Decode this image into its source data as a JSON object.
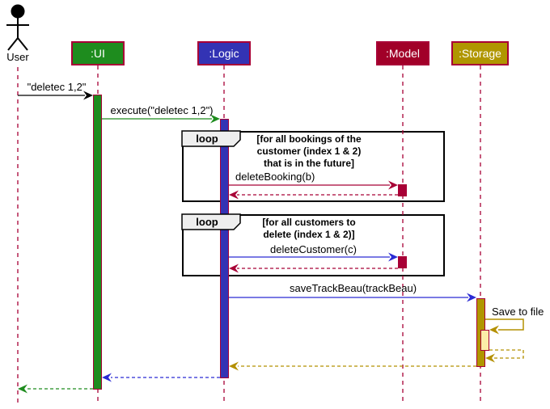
{
  "diagram": {
    "kind": "uml-sequence-diagram",
    "actor": {
      "label": "User"
    },
    "participants": [
      {
        "id": "ui",
        "label": ":UI",
        "fill": "#1E8C1E"
      },
      {
        "id": "logic",
        "label": ":Logic",
        "fill": "#3333B4"
      },
      {
        "id": "model",
        "label": ":Model",
        "fill": "#A10028"
      },
      {
        "id": "storage",
        "label": ":Storage",
        "fill": "#B09600"
      }
    ],
    "colors": {
      "lifeline_and_border": "#A80036",
      "frame_border": "#000000",
      "fragment_label_bg": "#EEEEEE",
      "nested_activation_fill": "#FBECA8",
      "arrow_black": "#000000",
      "arrow_green": "#1E8C1E",
      "arrow_blue": "#2B2BD4",
      "arrow_crimson": "#A80036",
      "arrow_olive": "#B49000"
    },
    "fragments": [
      {
        "operator": "loop",
        "guard_lines": [
          "[for all bookings of the",
          "customer (index 1 & 2)",
          "that is in the future]"
        ]
      },
      {
        "operator": "loop",
        "guard_lines": [
          "[for all customers to",
          "delete (index 1 & 2)]"
        ]
      }
    ],
    "messages": [
      {
        "id": "m1",
        "label": "\"deletec 1,2\"",
        "from": "User",
        "to": ":UI",
        "kind": "sync"
      },
      {
        "id": "m2",
        "label": "execute(\"deletec 1,2\")",
        "from": ":UI",
        "to": ":Logic",
        "kind": "sync"
      },
      {
        "id": "m3",
        "label": "deleteBooking(b)",
        "from": ":Logic",
        "to": ":Model",
        "kind": "sync"
      },
      {
        "id": "m4",
        "from": ":Model",
        "to": ":Logic",
        "kind": "reply"
      },
      {
        "id": "m5",
        "label": "deleteCustomer(c)",
        "from": ":Logic",
        "to": ":Model",
        "kind": "sync"
      },
      {
        "id": "m6",
        "from": ":Model",
        "to": ":Logic",
        "kind": "reply"
      },
      {
        "id": "m7",
        "label": "saveTrackBeau(trackBeau)",
        "from": ":Logic",
        "to": ":Storage",
        "kind": "sync"
      },
      {
        "id": "m8",
        "label": "Save to file",
        "from": ":Storage",
        "to": ":Storage",
        "kind": "self"
      },
      {
        "id": "m9",
        "from": ":Storage",
        "to": ":Storage",
        "kind": "self-reply"
      },
      {
        "id": "m10",
        "from": ":Storage",
        "to": ":Logic",
        "kind": "reply"
      },
      {
        "id": "m11",
        "from": ":Logic",
        "to": ":UI",
        "kind": "reply"
      },
      {
        "id": "m12",
        "from": ":UI",
        "to": "User",
        "kind": "reply"
      }
    ]
  }
}
